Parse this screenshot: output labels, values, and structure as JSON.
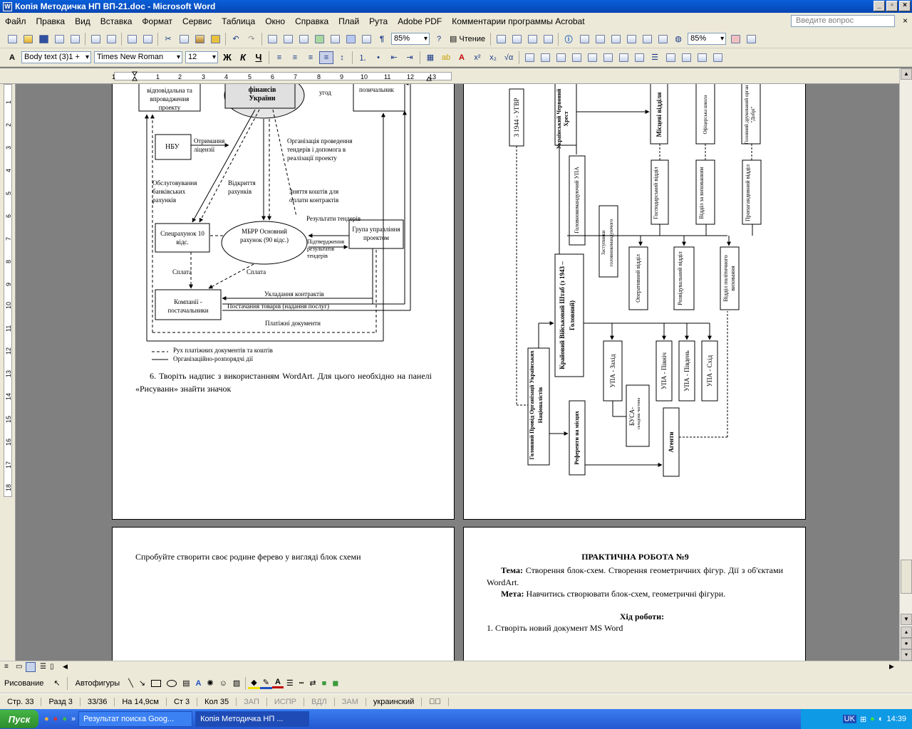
{
  "window": {
    "title": "Копія Методичка НП ВП-21.doc - Microsoft Word",
    "icon": "W"
  },
  "menu": [
    "Файл",
    "Правка",
    "Вид",
    "Вставка",
    "Формат",
    "Сервис",
    "Таблица",
    "Окно",
    "Справка",
    "Плай",
    "Рута",
    "Adobe PDF",
    "Комментарии программы Acrobat"
  ],
  "ask_placeholder": "Введите вопрос",
  "toolbar": {
    "zoom1": "85%",
    "read": "Чтение",
    "zoom2": "85%"
  },
  "format": {
    "style": "Body text (3)1 +",
    "font": "Times New Roman",
    "size": "12",
    "bold": "Ж",
    "italic": "К",
    "underline": "Ч"
  },
  "ruler_h": [
    "1",
    "1",
    "2",
    "3",
    "4",
    "5",
    "6",
    "7",
    "8",
    "9",
    "10",
    "11",
    "12",
    "13"
  ],
  "ruler_v": [
    "1",
    "2",
    "3",
    "4",
    "5",
    "6",
    "7",
    "8",
    "9",
    "10",
    "11",
    "12",
    "13",
    "14",
    "15",
    "16",
    "17",
    "18"
  ],
  "page1": {
    "boxes": {
      "impl": "відповідальна та впровадження проекту",
      "minfin": "фінансів України",
      "borrower": "позичальник",
      "agree": "угод",
      "nbu": "НБУ",
      "special": "Спецрахунок 10 відс.",
      "mbrr": "МБРР Основний рахунок (90 відс.)",
      "pmu": "Група управління проектом",
      "companies": "Компанії - постачальники"
    },
    "labels": {
      "license": "Отримання ліцензії",
      "tenders": "Організація проведення тендерів і допомога в реалізації проекту",
      "banking": "Обслуговування банківських рахунків",
      "opening": "Відкриття рахунків",
      "withdraw": "Зняття коштів для оплати контрактів",
      "results": "Результати тендерів",
      "confirm": "Підтвердження результатів тендерів",
      "pay1": "Сплата",
      "pay2": "Сплата",
      "contracts": "Укладання контрактів",
      "supply": "Постачання товарів (надання послуг)",
      "docs": "Платіжні документи"
    },
    "legend1": "Рух платіжних документів та коштів",
    "legend2": "Організаційно-розпорядчі дії",
    "para": "6. Творіть надпис з використанням WordArt. Для цього необхідно на панелі «Рисуванн» знайти значок"
  },
  "page2": {
    "utvr": "З 1944 - УГВР",
    "redcross": "Український Червоний Хрест",
    "local": "Місцеві відділи",
    "officer": "Офіцерська школа",
    "press": "Головний друкований орган \"Добрі\"",
    "chief_cmd": "Головнокомандуючий УПА",
    "deputies": "Заступники головнокомандуючого",
    "econ": "Господарський відділ",
    "training": "Відділ за вихованням",
    "propaganda": "Пропагандивний відділ",
    "operative": "Оперативний відділ",
    "intel": "Розвідувальний відділ",
    "political": "Відділ політичного виховання",
    "staff": "Крайовий Військовий Штаб (з 1943 – Головний)",
    "upa_w": "УПА - Захід",
    "upa_n": "УПА - Північ",
    "upa_s": "УПА - Південь",
    "upa_e": "УПА - Схід",
    "busa": "БУСА-",
    "busa_sub": "складова частина",
    "oun": "Головний Провід Організації Українських Націоналістів",
    "referents": "Референти на місцях",
    "agents": "Агенти"
  },
  "page3": {
    "text": "Спробуйте створити своє родине ферево у вигляді блок схеми"
  },
  "page4": {
    "title": "ПРАКТИЧНА РОБОТА №9",
    "theme_label": "Тема:",
    "theme": "Створення блок-схем. Створення геометричних фігур. Дії з об'єктами WordArt.",
    "goal_label": "Мета:",
    "goal": "Навчитись створювати блок-схем, геометричні фігури.",
    "progress": "Хід роботи:",
    "step1": "1.   Створіть новий документ MS Word"
  },
  "drawbar": {
    "drawing": "Рисование",
    "autoshapes": "Автофигуры"
  },
  "status": {
    "page": "Стр. 33",
    "section": "Разд 3",
    "pages": "33/36",
    "at": "На 14,9см",
    "line": "Ст 3",
    "col": "Кол 35",
    "rec": "ЗАП",
    "trk": "ИСПР",
    "ext": "ВДЛ",
    "ovr": "ЗАМ",
    "lang": "украинский"
  },
  "taskbar": {
    "start": "Пуск",
    "task1": "Результат поиска Goog...",
    "task2": "Копія Методичка НП ...",
    "lang": "UK",
    "time": "14:39"
  }
}
